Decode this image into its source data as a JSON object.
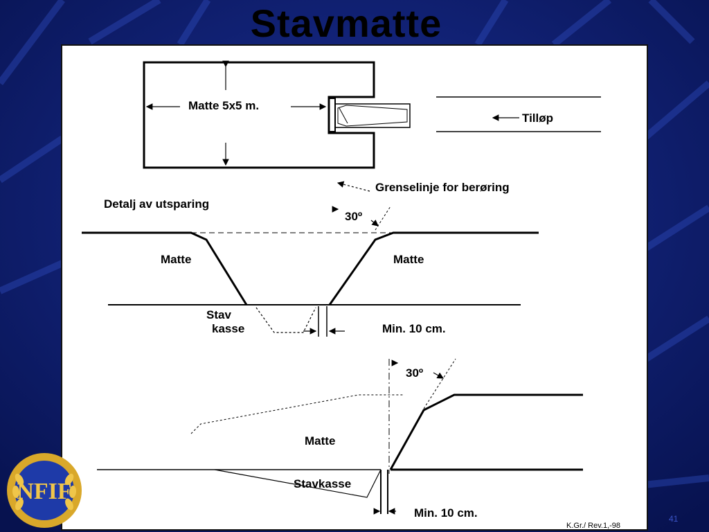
{
  "slide": {
    "title": "Stavmatte",
    "page_number": "41"
  },
  "logo": {
    "text": "NFIF",
    "icon": "laurel-wreath-icon",
    "colors": {
      "blue": "#1e3aa8",
      "gold": "#d9a82a"
    }
  },
  "diagram": {
    "top": {
      "mat_label": "Matte 5x5 m.",
      "runway_label": "Tilløp",
      "boundary_label": "Grenselinje for berøring"
    },
    "detail": {
      "heading": "Detalj av utsparing",
      "angle": "30º",
      "mat_left": "Matte",
      "mat_right": "Matte",
      "box_line1": "Stav",
      "box_line2": "kasse",
      "min_distance": "Min. 10 cm."
    },
    "side": {
      "angle": "30º",
      "mat": "Matte",
      "box": "Stavkasse",
      "min_distance": "Min. 10 cm."
    },
    "credit": "K.Gr./ Rev.1,-98"
  },
  "colors": {
    "background": "#0b1a6b",
    "panel": "#ffffff",
    "ink": "#000000"
  }
}
